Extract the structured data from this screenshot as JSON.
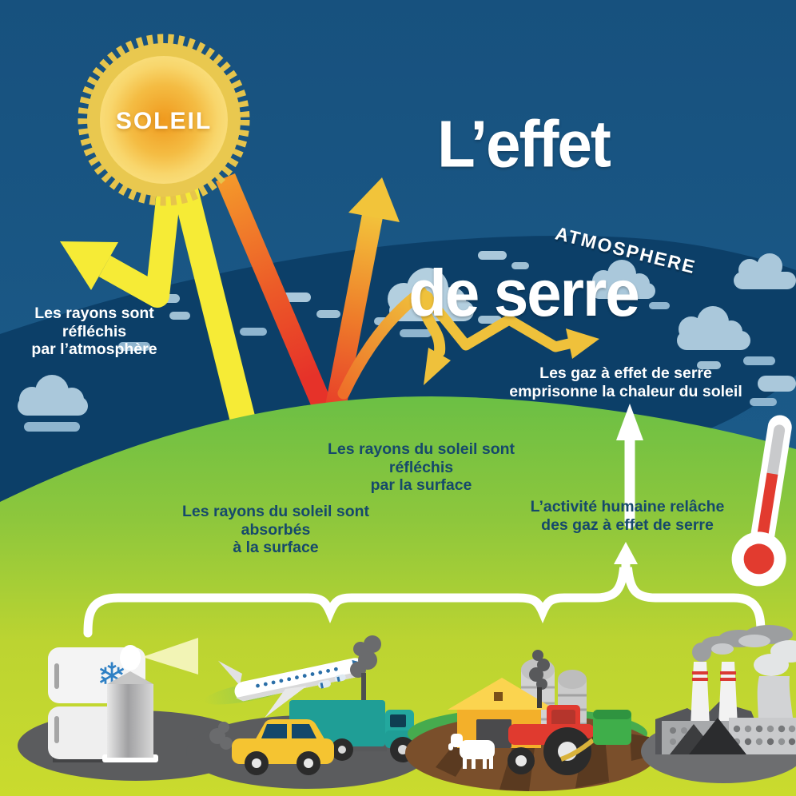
{
  "title": {
    "line1": "L’effet",
    "line2": "de serre"
  },
  "sun": {
    "label": "SOLEIL"
  },
  "atmosphere": {
    "label": "ATMOSPHERE"
  },
  "captions": {
    "reflected_atmosphere": "Les rayons sont réfléchis\npar l’atmosphère",
    "reflected_surface": "Les rayons du soleil sont réfléchis\npar la surface",
    "absorbed_surface": "Les rayons du soleil sont absorbés\nà la surface",
    "trapped_heat": "Les gaz à effet de serre\nemprisonne la chaleur du soleil",
    "human_activity": "L’activité humaine relâche\ndes gaz à effet de serre"
  },
  "icons": {
    "snowflake_glyph": "❄",
    "names": [
      "sun-icon",
      "cloud-icon",
      "refrigerator-icon",
      "aerosol-can-icon",
      "airplane-icon",
      "truck-icon",
      "car-icon",
      "barn-icon",
      "silo-icon",
      "tractor-icon",
      "cow-icon",
      "hay-baler-icon",
      "factory-icon",
      "smokestack-icon",
      "cooling-tower-icon",
      "thermometer-icon"
    ]
  },
  "colors": {
    "sky_top": "#17517e",
    "sky_bottom": "#1e6190",
    "atmosphere_band": "#0c3f68",
    "earth_top": "#6abf45",
    "earth_bottom": "#cadb2e",
    "ray_yellow": "#f6eb36",
    "ray_orange": "#f08a28",
    "ray_red": "#e63229",
    "trapped_gold": "#efc13b",
    "cloud": "#aac8db",
    "text_navy": "#16496b",
    "white": "#ffffff",
    "thermometer_red": "#e23b2f",
    "truck_teal": "#1f9e96",
    "car_yellow": "#f5c431",
    "barn_yellow": "#f3b02a",
    "tractor_red": "#e03a2f",
    "baler_green": "#3fae4a",
    "shadow_gray": "#5b5c5e"
  }
}
